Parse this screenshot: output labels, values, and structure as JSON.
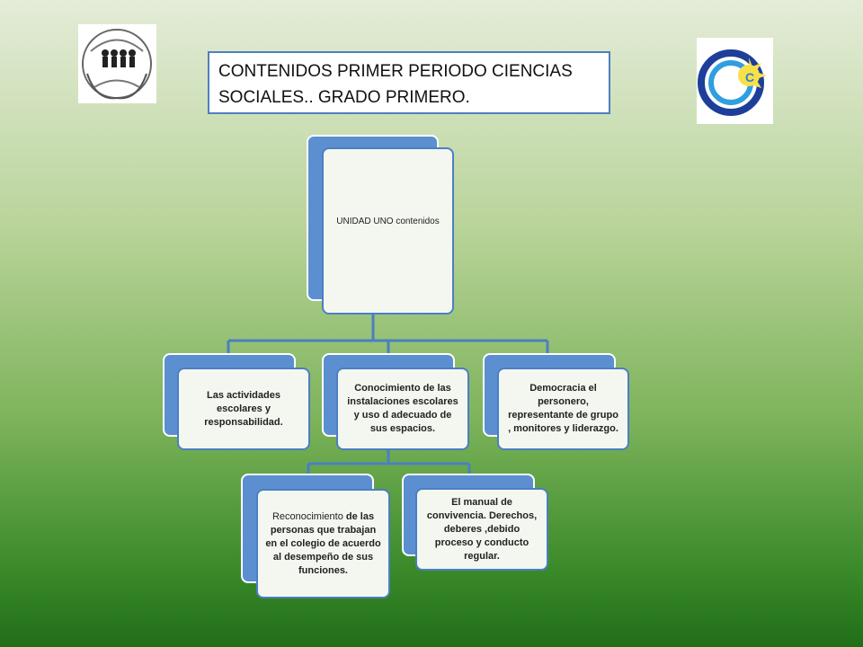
{
  "title": "CONTENIDOS PRIMER PERIODO  CIENCIAS SOCIALES.. GRADO PRIMERO.",
  "colors": {
    "accent": "#5b8fd0",
    "border": "#4a7fc4",
    "card": "#f4f7f0"
  },
  "root": {
    "label": "UNIDAD UNO contenidos"
  },
  "level1": [
    {
      "label": "Las actividades escolares y responsabilidad."
    },
    {
      "label": "Conocimiento  de las instalaciones escolares y  uso d adecuado de sus espacios."
    },
    {
      "label": "Democracia el personero, representante de grupo , monitores y liderazgo."
    }
  ],
  "level2": [
    {
      "label_prefix": "Reconocimiento ",
      "label": "de las personas que trabajan en el colegio de acuerdo al desempeño de sus funciones."
    },
    {
      "label": "El manual de convivencia.  Derechos, deberes ,debido proceso y conducto regular."
    }
  ],
  "icons": {
    "left_logo": "school-children-logo-icon",
    "right_logo": "sun-letter-c-logo-icon"
  }
}
